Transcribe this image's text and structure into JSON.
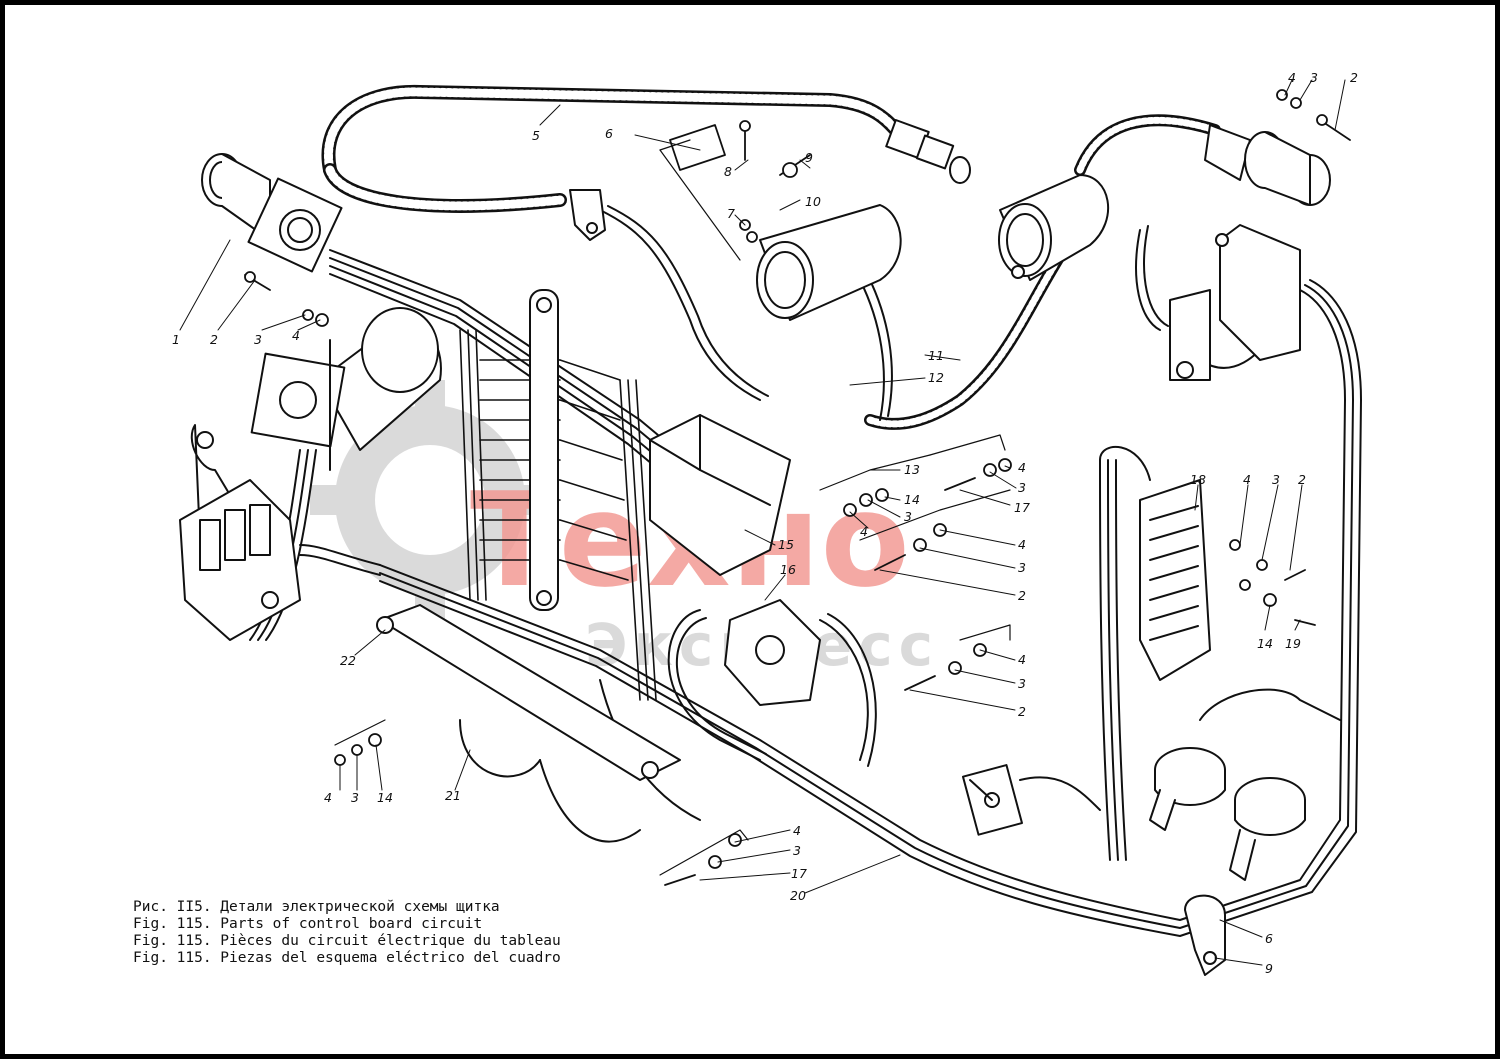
{
  "figure": {
    "caption_lines": [
      "Рис. II5. Детали электрической схемы щитка",
      "Fig. 115. Parts of control board circuit",
      "Fig. 115. Pièces du circuit électrique du tableau",
      "Fig. 115. Piezas del esquema eléctrico del cuadro"
    ]
  },
  "watermark": {
    "line1": "Техно",
    "line2": "Экспресс",
    "color": "#e8463c"
  },
  "callouts": [
    {
      "label": "1"
    },
    {
      "label": "2"
    },
    {
      "label": "3"
    },
    {
      "label": "4"
    },
    {
      "label": "5"
    },
    {
      "label": "6"
    },
    {
      "label": "8"
    },
    {
      "label": "9"
    },
    {
      "label": "7"
    },
    {
      "label": "10"
    },
    {
      "label": "11"
    },
    {
      "label": "12"
    },
    {
      "label": "4"
    },
    {
      "label": "3"
    },
    {
      "label": "2"
    },
    {
      "label": "13"
    },
    {
      "label": "14"
    },
    {
      "label": "3"
    },
    {
      "label": "4"
    },
    {
      "label": "4"
    },
    {
      "label": "3"
    },
    {
      "label": "17"
    },
    {
      "label": "4"
    },
    {
      "label": "3"
    },
    {
      "label": "2"
    },
    {
      "label": "15"
    },
    {
      "label": "16"
    },
    {
      "label": "18"
    },
    {
      "label": "4"
    },
    {
      "label": "3"
    },
    {
      "label": "2"
    },
    {
      "label": "14"
    },
    {
      "label": "19"
    },
    {
      "label": "4"
    },
    {
      "label": "3"
    },
    {
      "label": "2"
    },
    {
      "label": "22"
    },
    {
      "label": "4"
    },
    {
      "label": "3"
    },
    {
      "label": "14"
    },
    {
      "label": "21"
    },
    {
      "label": "4"
    },
    {
      "label": "3"
    },
    {
      "label": "17"
    },
    {
      "label": "20"
    },
    {
      "label": "6"
    },
    {
      "label": "9"
    }
  ]
}
